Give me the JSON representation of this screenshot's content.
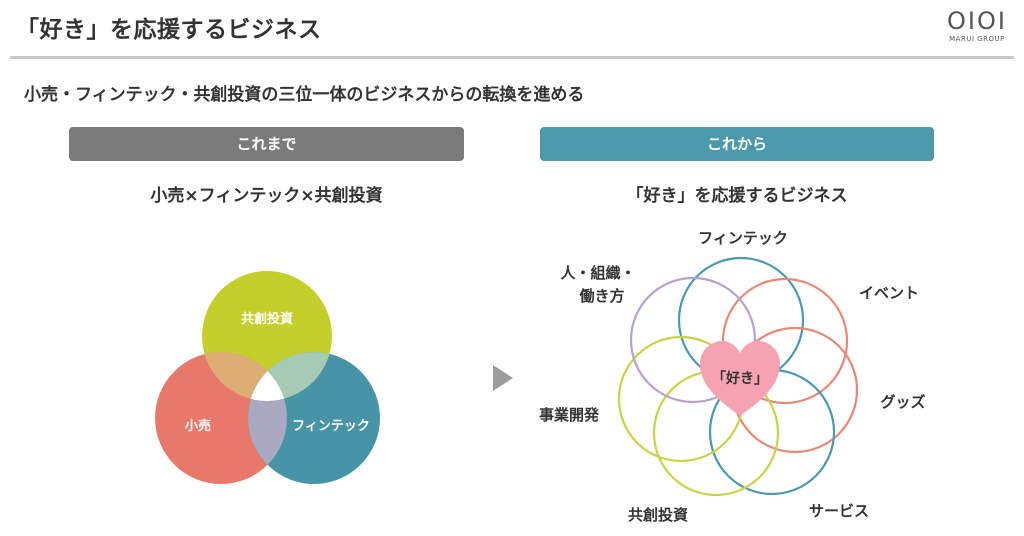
{
  "header": {
    "title": "「好き」を応援するビジネス",
    "logo_mark": "OIOI",
    "logo_sub": "MARUI GROUP"
  },
  "subtitle": "小売・フィンテック・共創投資の三位一体のビジネスからの転換を進める",
  "left": {
    "pill_label": "これまで",
    "heading": "小売×フィンテック×共創投資",
    "venn": {
      "top": "共創投資",
      "left": "小売",
      "right": "フィンテック"
    }
  },
  "right": {
    "pill_label": "これから",
    "heading": "「好き」を応援するビジネス",
    "center": "「好き」",
    "labels": {
      "fintech": "フィンテック",
      "event": "イベント",
      "goods": "グッズ",
      "service": "サービス",
      "coinvest": "共創投資",
      "business": "事業開発",
      "people_line1": "人・組織・",
      "people_line2": "働き方"
    }
  },
  "colors": {
    "venn_top": "#c5cf2b",
    "venn_left": "#e8786a",
    "venn_right": "#4794a7",
    "pill_left": "#7b7b7b",
    "pill_right": "#4c99ab",
    "heart": "#f5a3b2",
    "ring_teal": "#4a9aae",
    "ring_salmon": "#e98877",
    "ring_lime": "#c9d346",
    "ring_purple": "#b8a0cf"
  }
}
